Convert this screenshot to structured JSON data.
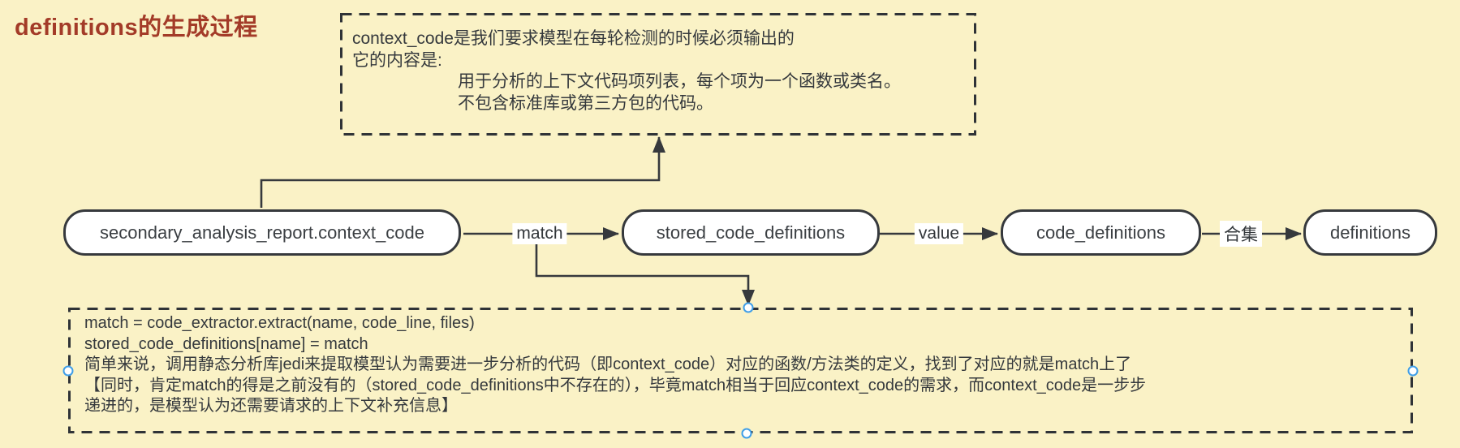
{
  "title": "definitions的生成过程",
  "top_note": {
    "lines": [
      "context_code是我们要求模型在每轮检测的时候必须输出的",
      "它的内容是:",
      "用于分析的上下文代码项列表，每个项为一个函数或类名。",
      "不包含标准库或第三方包的代码。"
    ]
  },
  "flow": {
    "nodes": [
      {
        "label": "secondary_analysis_report.context_code"
      },
      {
        "label": "stored_code_definitions"
      },
      {
        "label": "code_definitions"
      },
      {
        "label": "definitions"
      }
    ],
    "edge_labels": [
      {
        "label": "match"
      },
      {
        "label": "value"
      },
      {
        "label": "合集"
      }
    ]
  },
  "bottom_note": {
    "lines": [
      "match = code_extractor.extract(name, code_line, files)",
      "stored_code_definitions[name] = match",
      "简单来说，调用静态分析库jedi来提取模型认为需要进一步分析的代码（即context_code）对应的函数/方法类的定义，找到了对应的就是match上了",
      "【同时，肯定match的得是之前没有的（stored_code_definitions中不存在的），毕竟match相当于回应context_code的需求，而context_code是一步步",
      "递进的，是模型认为还需要请求的上下文补充信息】"
    ]
  },
  "colors": {
    "background": "#faf2c6",
    "title": "#a33b28",
    "node_fill": "#ffffff",
    "stroke": "#36393d",
    "handle_ring": "#3f9ee8",
    "label_bg": "#ffffff"
  }
}
